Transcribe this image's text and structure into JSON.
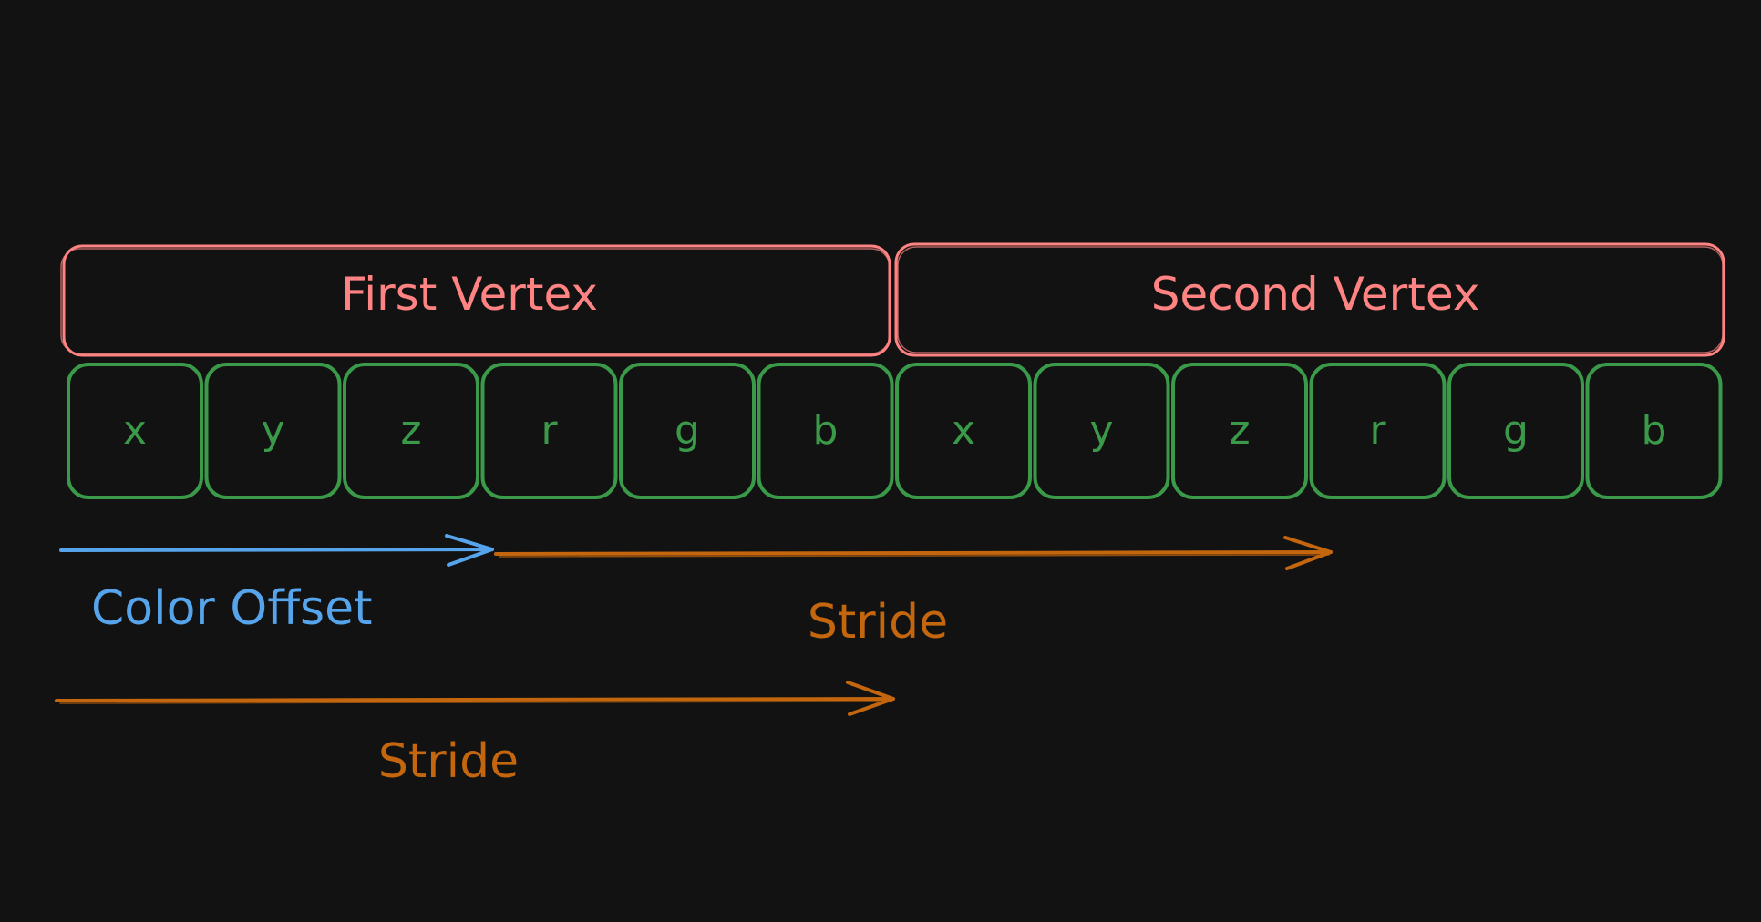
{
  "vertices": [
    {
      "label": "First Vertex"
    },
    {
      "label": "Second Vertex"
    }
  ],
  "components": [
    "x",
    "y",
    "z",
    "r",
    "g",
    "b",
    "x",
    "y",
    "z",
    "r",
    "g",
    "b"
  ],
  "arrows": {
    "color_offset_label": "Color Offset",
    "stride_upper_label": "Stride",
    "stride_lower_label": "Stride"
  },
  "colors": {
    "background": "#121212",
    "vertex": "#ff8383",
    "component": "#3a9a49",
    "offset": "#56a5ec",
    "stride": "#c3660e"
  }
}
